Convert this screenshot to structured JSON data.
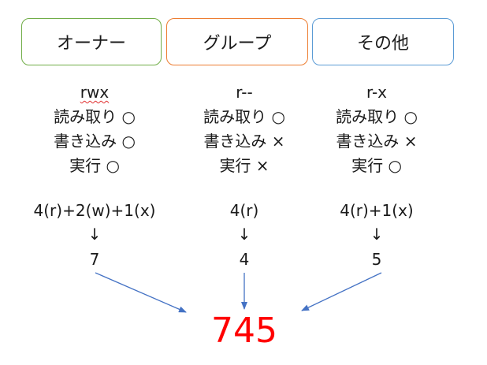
{
  "boxes": {
    "owner": "オーナー",
    "group": "グループ",
    "other": "その他"
  },
  "permissions": {
    "owner": {
      "code": "rwx",
      "read": "読み取り ○",
      "write": "書き込み ○",
      "execute": "実行 ○"
    },
    "group": {
      "code": "r--",
      "read": "読み取り ○",
      "write": "書き込み ×",
      "execute": "実行 ×"
    },
    "other": {
      "code": "r-x",
      "read": "読み取り ○",
      "write": "書き込み ×",
      "execute": "実行 ○"
    }
  },
  "calculation": {
    "owner": {
      "formula": "4(r)+2(w)+1(x)",
      "arrow": "↓",
      "value": "7"
    },
    "group": {
      "formula": "4(r)",
      "arrow": "↓",
      "value": "4"
    },
    "other": {
      "formula": "4(r)+1(x)",
      "arrow": "↓",
      "value": "5"
    }
  },
  "result": "745",
  "colors": {
    "owner_border": "#70ad47",
    "group_border": "#ed7d31",
    "other_border": "#5b9bd5",
    "arrow": "#4472c4",
    "result": "#ff0000"
  }
}
